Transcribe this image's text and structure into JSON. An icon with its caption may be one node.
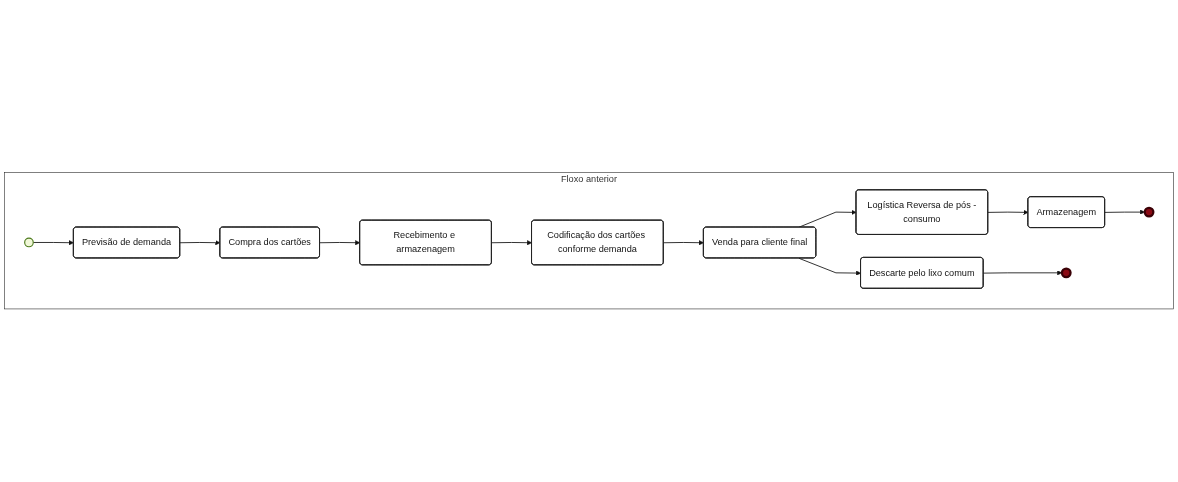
{
  "diagram": {
    "nodes": [
      {
        "text": [
          "Floxo anterior"
        ]
      },
      {
        "text": [],
        "shape": "circle",
        "in": 0
      },
      {
        "text": [
          "Compra dos cartões"
        ],
        "in": 0
      },
      {
        "text": [
          "Previsão de demanda"
        ],
        "in": 0
      },
      {
        "text": [
          "Recebimento e armazenagem"
        ],
        "in": 0
      },
      {
        "text": [
          "Codificação dos cartões conforme demanda"
        ],
        "in": 0
      },
      {
        "text": [
          "Venda para cliente final"
        ],
        "in": 0
      },
      {
        "text": [
          "Logística Reversa de pós -consumo"
        ],
        "in": 0
      },
      {
        "text": [
          "Descarte pelo lixo comum"
        ],
        "in": 0
      },
      {
        "text": [
          "Armazenagem"
        ],
        "in": 0
      },
      {
        "text": [],
        "shape": "circle",
        "in": 0
      },
      {
        "text": [],
        "shape": "circle",
        "in": 0
      }
    ],
    "edges": [
      {
        "from": 1,
        "to": 3,
        "arrow": "to"
      },
      {
        "from": 3,
        "to": 2,
        "arrow": "to"
      },
      {
        "from": 2,
        "to": 4,
        "arrow": "to"
      },
      {
        "from": 4,
        "to": 5,
        "arrow": "to"
      },
      {
        "from": 5,
        "to": 6,
        "arrow": "to"
      },
      {
        "from": 6,
        "to": 7,
        "arrow": "to"
      },
      {
        "from": 7,
        "to": 9,
        "arrow": "to"
      },
      {
        "from": 9,
        "to": 10,
        "arrow": "to"
      },
      {
        "from": 6,
        "to": 8,
        "arrow": "to"
      },
      {
        "from": 8,
        "to": 11,
        "arrow": "to"
      }
    ]
  }
}
